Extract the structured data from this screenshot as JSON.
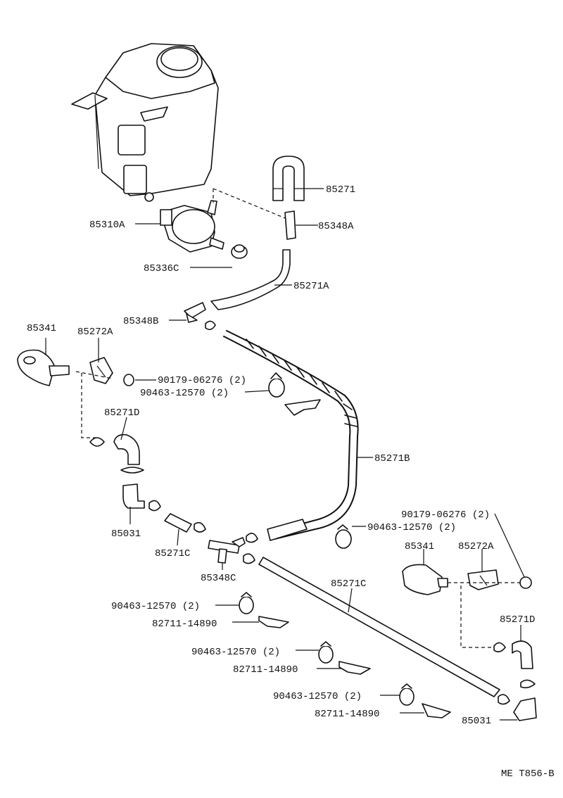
{
  "labels": {
    "l85271": "85271",
    "l85310A": "85310A",
    "l85348A": "85348A",
    "l85336C": "85336C",
    "l85271A": "85271A",
    "l85348B": "85348B",
    "l85341_left": "85341",
    "l85272A_left": "85272A",
    "l90179_left": "90179-06276 (2)",
    "l90463_upper": "90463-12570 (2)",
    "l85271D_left": "85271D",
    "l85271B": "85271B",
    "l85031_left": "85031",
    "l85271C_left": "85271C",
    "l90179_right": "90179-06276 (2)",
    "l90463_mid": "90463-12570 (2)",
    "l85341_right": "85341",
    "l85272A_right": "85272A",
    "l85348C": "85348C",
    "l85271C_right": "85271C",
    "l90463_a": "90463-12570 (2)",
    "l82711_a": "82711-14890",
    "l85271D_right": "85271D",
    "l90463_b": "90463-12570 (2)",
    "l82711_b": "82711-14890",
    "l90463_c": "90463-12570 (2)",
    "l82711_c": "82711-14890",
    "l85031_right": "85031",
    "diagram_code": "ME T856-B"
  }
}
